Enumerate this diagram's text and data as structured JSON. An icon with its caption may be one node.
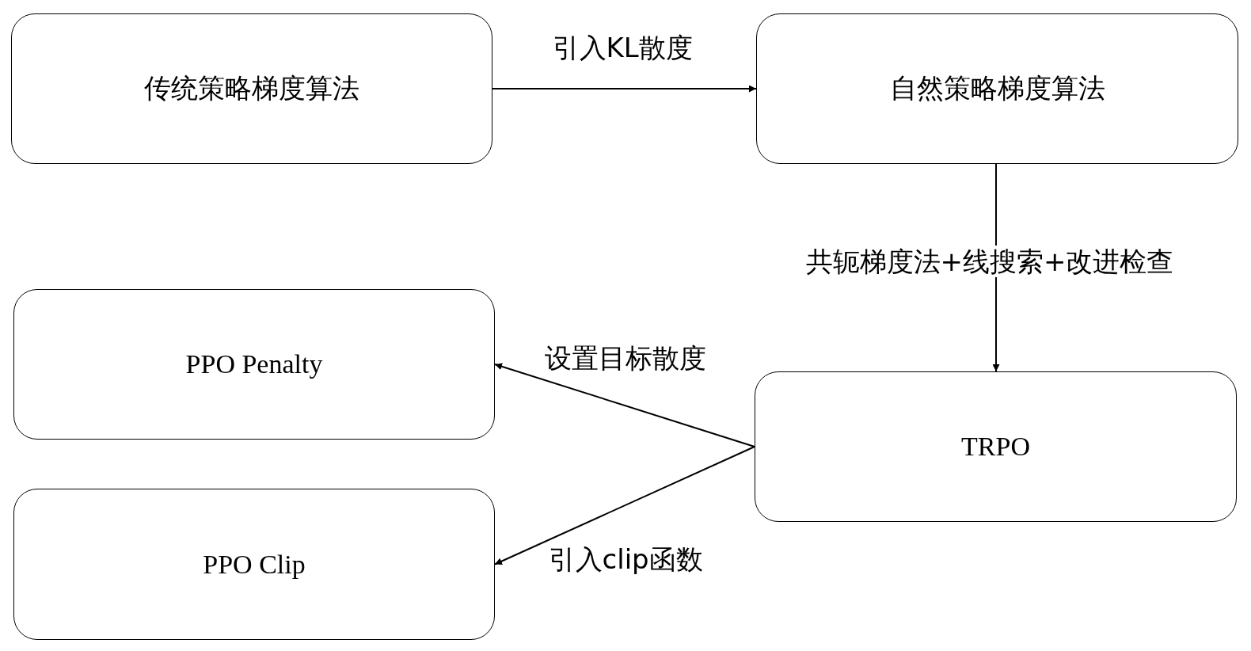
{
  "diagram": {
    "nodes": [
      {
        "text": [
          "传统策略梯度算法"
        ]
      },
      {
        "text": [
          "自然策略梯度算法"
        ]
      },
      {
        "text": [
          "PPO Penalty"
        ]
      },
      {
        "text": [
          "TRPO"
        ]
      },
      {
        "text": [
          "PPO Clip"
        ]
      }
    ],
    "edges": [
      {
        "from": 0,
        "to": 1,
        "arrow": "to",
        "label": "引入KL散度"
      },
      {
        "from": 1,
        "to": 3,
        "arrow": "to",
        "label": "共轭梯度法+线搜索+改进检查"
      },
      {
        "from": 3,
        "to": 2,
        "arrow": "to",
        "label": "设置目标散度"
      },
      {
        "from": 3,
        "to": 4,
        "arrow": "to",
        "label": "引入clip函数"
      }
    ]
  }
}
